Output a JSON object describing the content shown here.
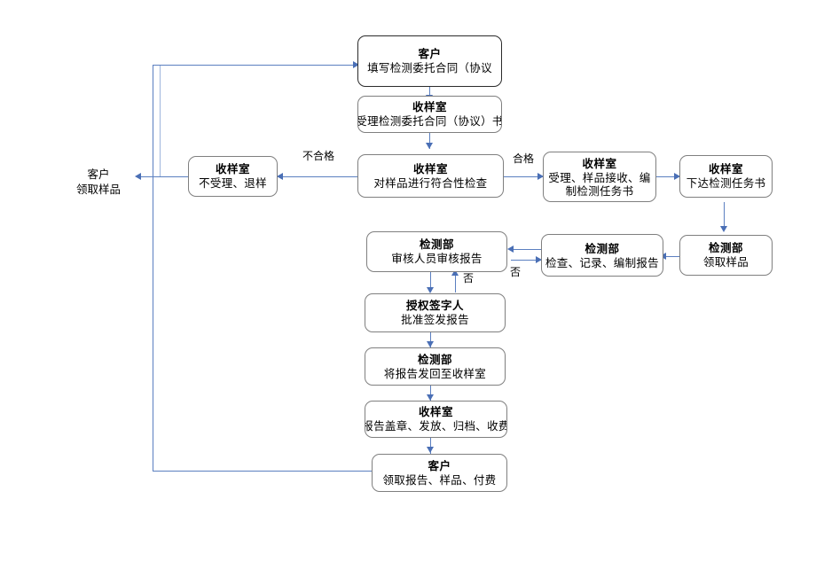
{
  "diagram": {
    "type": "flowchart",
    "orientation": "top-to-bottom",
    "nodes": [
      {
        "id": "n1",
        "title": "客户",
        "body": "填写检测委托合同（协议"
      },
      {
        "id": "n2",
        "title": "收样室",
        "body": "受理检测委托合同（协议）书"
      },
      {
        "id": "n3",
        "title": "收样室",
        "body": "对样品进行符合性检查"
      },
      {
        "id": "n4",
        "title": "收样室",
        "body": "不受理、退样"
      },
      {
        "id": "n5",
        "title": "收样室",
        "body": "受理、样品接收、编制检测任务书"
      },
      {
        "id": "n6",
        "title": "收样室",
        "body": "下达检测任务书"
      },
      {
        "id": "n7",
        "title": "检测部",
        "body": "领取样品"
      },
      {
        "id": "n8",
        "title": "检测部",
        "body": "检查、记录、编制报告"
      },
      {
        "id": "n9",
        "title": "检测部",
        "body": "审核人员审核报告"
      },
      {
        "id": "n10",
        "title": "授权签字人",
        "body": "批准签发报告"
      },
      {
        "id": "n11",
        "title": "检测部",
        "body": "将报告发回至收样室"
      },
      {
        "id": "n12",
        "title": "收样室",
        "body": "报告盖章、发放、归档、收费"
      },
      {
        "id": "n13",
        "title": "客户",
        "body": "领取报告、样品、付费"
      }
    ],
    "plain_labels": [
      {
        "id": "p1",
        "line1": "客户",
        "line2": "领取样品"
      }
    ],
    "edge_labels": [
      {
        "id": "e1",
        "text": "不合格"
      },
      {
        "id": "e2",
        "text": "合格"
      },
      {
        "id": "e3",
        "text": "否"
      },
      {
        "id": "e4",
        "text": "否"
      }
    ],
    "colors": {
      "connector": "#5b7fc0",
      "connector_pale": "#9fb6dc",
      "arrow": "#4a6fb5",
      "node_border": "#7f7f7f",
      "node_border_strong": "#2b2b2b",
      "node_fill": "#ffffff",
      "text": "#000000",
      "background": "#ffffff"
    }
  }
}
